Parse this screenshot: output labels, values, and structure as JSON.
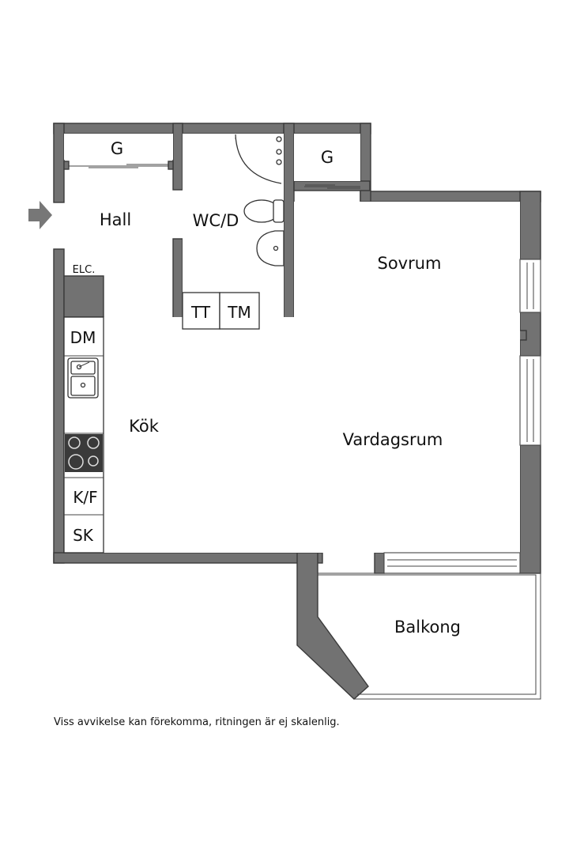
{
  "rooms": {
    "hall": "Hall",
    "wc": "WC/D",
    "closet_left": "G",
    "closet_right": "G",
    "sovrum": "Sovrum",
    "kok": "Kök",
    "vardagsrum": "Vardagsrum",
    "balkong": "Balkong"
  },
  "fixtures": {
    "elc": "ELC.",
    "dm": "DM",
    "kf": "K/F",
    "sk": "SK",
    "tt": "TT",
    "tm": "TM"
  },
  "disclaimer": "Viss avvikelse kan förekomma, ritningen är ej skalenlig.",
  "colors": {
    "wall": "#727272",
    "background": "#ffffff",
    "text": "#111111"
  },
  "icons": [
    "entrance-arrow-icon",
    "sink-icon",
    "stove-icon",
    "toilet-icon",
    "washbasin-icon",
    "shower-icon"
  ]
}
